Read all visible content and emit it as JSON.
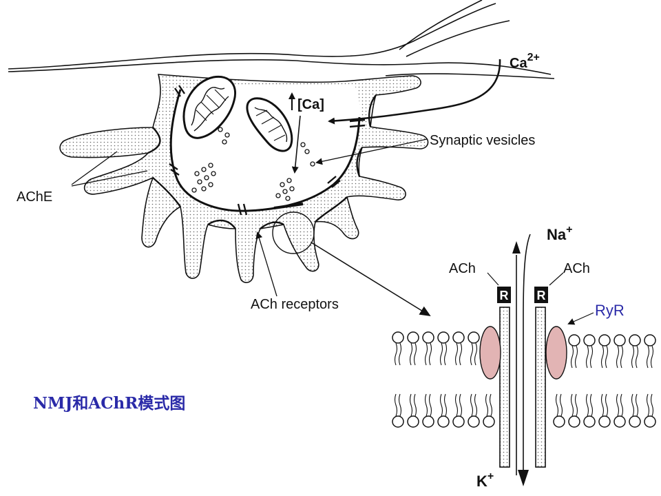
{
  "labels": {
    "ca_ion": "Ca",
    "ca_charge": "2+",
    "ca_conc": "[Ca]",
    "synaptic_vesicles": "Synaptic vesicles",
    "ache": "AChE",
    "ach_receptors": "ACh receptors",
    "na_ion": "Na",
    "na_charge": "+",
    "k_ion": "K",
    "k_charge": "+",
    "ach_left": "ACh",
    "ach_right": "ACh",
    "receptor_left": "R",
    "receptor_right": "R",
    "ryr": "RyR"
  },
  "caption": "NMJ和AChR模式图",
  "colors": {
    "ryr_text": "#2a2aa8",
    "caption_text": "#2a2aa8",
    "ryr_fill": "#e2b4b4",
    "line": "#111111"
  }
}
